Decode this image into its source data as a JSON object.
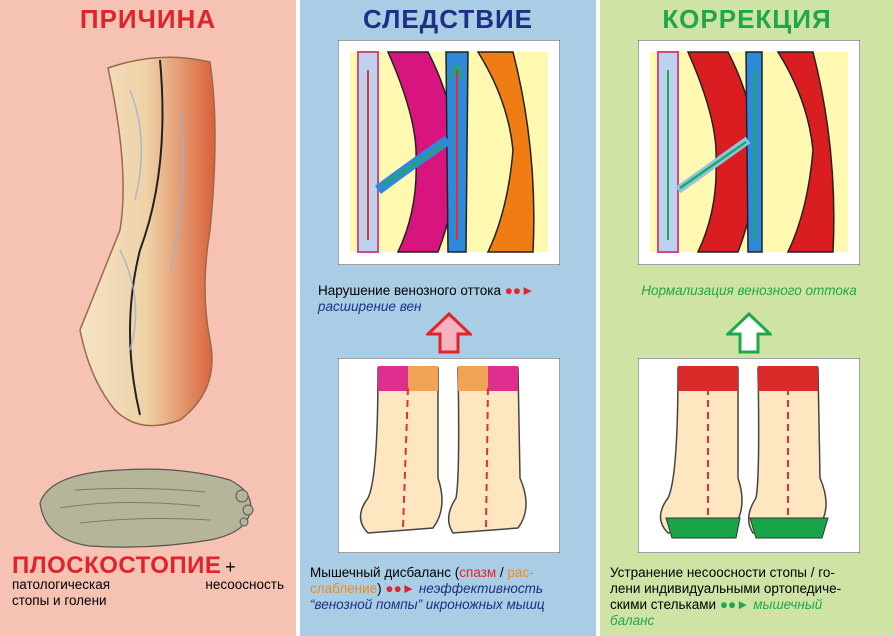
{
  "panels": {
    "cause": {
      "title": "ПРИЧИНА",
      "caption_main": "ПЛОСКОСТОПИЕ",
      "caption_plus": "+",
      "caption_rest1": "патологическая несоосность",
      "caption_rest2": "стопы и голени"
    },
    "effect": {
      "title": "СЛЕДСТВИЕ",
      "mid_text": "Нарушение венозного оттока",
      "mid_result": "расширение вен",
      "bottom_text1": "Мышечный дисбаланс (",
      "bottom_spasm": "спазм",
      "bottom_slash": " / ",
      "bottom_relax1": "рас-",
      "bottom_relax2": "слабление",
      "bottom_close": ")",
      "bottom_result1": "неэффективность",
      "bottom_result2": "“венозной помпы” икроножных мышц"
    },
    "correction": {
      "title": "КОРРЕКЦИЯ",
      "mid_text": "Нормализация венозного оттока",
      "bottom_text1": "Устранение несоосности стопы / го-",
      "bottom_text2": "лени индивидуальными ортопедиче-",
      "bottom_text3": "скими стельками",
      "bottom_result1": "мышечный",
      "bottom_result2": "баланс"
    }
  },
  "colors": {
    "cause_bg": "#f5c2b3",
    "effect_bg": "#a9cde4",
    "correction_bg": "#cfe3a4",
    "red": "#e0242a",
    "navy": "#1f2f86",
    "green": "#1fa84a"
  }
}
